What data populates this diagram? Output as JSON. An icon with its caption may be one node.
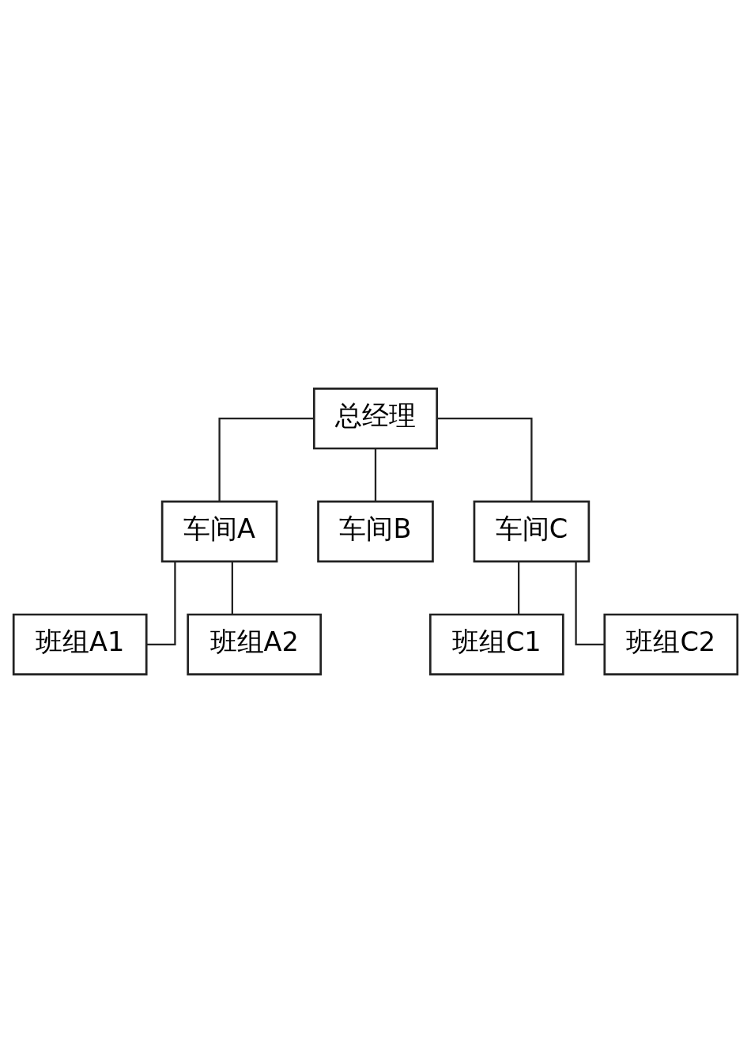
{
  "diagram": {
    "nodes": [
      {
        "text": [
          "总经理"
        ]
      },
      {
        "text": [
          "车间A"
        ]
      },
      {
        "text": [
          "车间B"
        ]
      },
      {
        "text": [
          "车间C"
        ]
      },
      {
        "text": [
          "班组A1"
        ]
      },
      {
        "text": [
          "班组A2"
        ]
      },
      {
        "text": [
          "班组C1"
        ]
      },
      {
        "text": [
          "班组C2"
        ]
      }
    ],
    "edges": [
      {
        "from": 0,
        "to": 1,
        "arrow": "none"
      },
      {
        "from": 0,
        "to": 2,
        "arrow": "none"
      },
      {
        "from": 0,
        "to": 3,
        "arrow": "none"
      },
      {
        "from": 1,
        "to": 4,
        "arrow": "none"
      },
      {
        "from": 1,
        "to": 5,
        "arrow": "none"
      },
      {
        "from": 3,
        "to": 6,
        "arrow": "none"
      },
      {
        "from": 3,
        "to": 7,
        "arrow": "none"
      }
    ]
  }
}
